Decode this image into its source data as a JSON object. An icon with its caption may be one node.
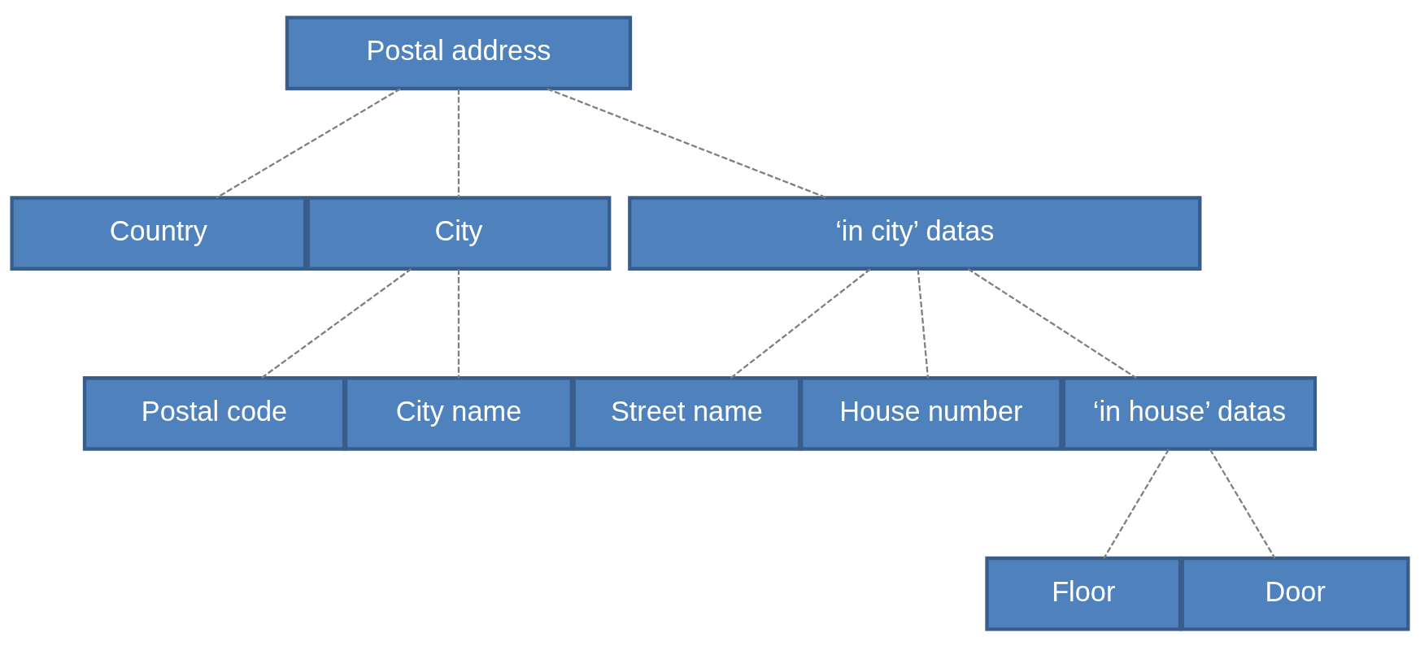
{
  "diagram": {
    "nodes": [
      {
        "text": [
          "Postal address"
        ]
      },
      {
        "text": [
          "Country"
        ]
      },
      {
        "text": [
          "City"
        ]
      },
      {
        "text": [
          "‘in city’ datas"
        ]
      },
      {
        "text": [
          "Postal code"
        ]
      },
      {
        "text": [
          "City name"
        ]
      },
      {
        "text": [
          "Street name"
        ]
      },
      {
        "text": [
          "House number"
        ]
      },
      {
        "text": [
          "‘in house’ datas"
        ]
      },
      {
        "text": [
          "Floor"
        ]
      },
      {
        "text": [
          "Door"
        ]
      }
    ],
    "edges": [
      {
        "from": 0,
        "to": 1,
        "arrow": "none",
        "style": "dashed"
      },
      {
        "from": 0,
        "to": 2,
        "arrow": "none",
        "style": "dashed"
      },
      {
        "from": 0,
        "to": 3,
        "arrow": "none",
        "style": "dashed"
      },
      {
        "from": 2,
        "to": 4,
        "arrow": "none",
        "style": "dashed"
      },
      {
        "from": 2,
        "to": 5,
        "arrow": "none",
        "style": "dashed"
      },
      {
        "from": 3,
        "to": 6,
        "arrow": "none",
        "style": "dashed"
      },
      {
        "from": 3,
        "to": 7,
        "arrow": "none",
        "style": "dashed"
      },
      {
        "from": 3,
        "to": 8,
        "arrow": "none",
        "style": "dashed"
      },
      {
        "from": 8,
        "to": 9,
        "arrow": "none",
        "style": "dashed"
      },
      {
        "from": 8,
        "to": 10,
        "arrow": "none",
        "style": "dashed"
      }
    ]
  }
}
